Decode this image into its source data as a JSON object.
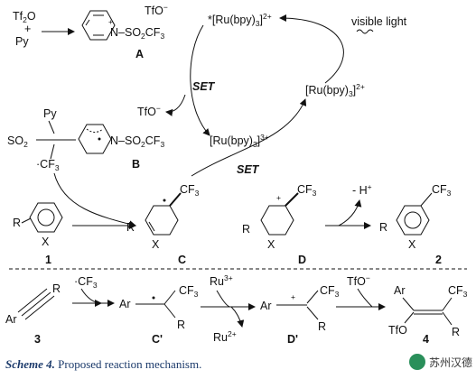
{
  "reagents": {
    "tf2o": "Tf",
    "tf2o_sub": "2",
    "tf2o_o": "O",
    "plus": "+",
    "py": "Py"
  },
  "compound_a": {
    "label": "A",
    "counterion": "TfO",
    "counterion_sup": "−",
    "n_plus": "+",
    "sulfonyl": "N–SO",
    "sulfonyl_sub": "2",
    "cf3": "CF",
    "cf3_sub": "3"
  },
  "compound_b": {
    "label": "B",
    "py": "Py",
    "so2": "SO",
    "so2_sub": "2",
    "cf3_radical": "·CF",
    "cf3_sub": "3",
    "sulfonyl": "N–SO",
    "sulfonyl_sub": "2",
    "cf3": "CF",
    "cf3_sub2": "3"
  },
  "catalyst": {
    "excited": "*[Ru(bpy)",
    "excited_sub": "3",
    "excited_close": "]",
    "excited_sup": "2+",
    "ground": "[Ru(bpy)",
    "ground_sub": "3",
    "ground_close": "]",
    "ground_sup": "2+",
    "oxidized": "[Ru(bpy)",
    "oxidized_sub": "3",
    "oxidized_close": "]",
    "oxidized_sup": "3+",
    "light": "visible light"
  },
  "set_labels": [
    "SET",
    "SET"
  ],
  "tfo_side": {
    "text": "TfO",
    "sup": "−"
  },
  "compounds": {
    "c1_label": "1",
    "c1_r": "R",
    "c1_x": "X",
    "c_label": "C",
    "c_r": "R",
    "c_x": "X",
    "c_cf3": "CF",
    "c_cf3_sub": "3",
    "d_label": "D",
    "d_r": "R",
    "d_x": "X",
    "d_cf3": "CF",
    "d_cf3_sub": "3",
    "minus_h": "- H",
    "minus_h_sup": "+",
    "p2_label": "2",
    "p2_r": "R",
    "p2_x": "X",
    "p2_cf3": "CF",
    "p2_cf3_sub": "3"
  },
  "alkyne_route": {
    "c3_label": "3",
    "c3_ar": "Ar",
    "c3_r": "R",
    "cf3_radical": "·CF",
    "cf3_radical_sub": "3",
    "cp_label": "C'",
    "cp_ar": "Ar",
    "cp_cf3": "CF",
    "cp_cf3_sub": "3",
    "cp_r": "R",
    "ru3": "Ru",
    "ru3_sup": "3+",
    "ru2": "Ru",
    "ru2_sup": "2+",
    "dp_label": "D'",
    "dp_ar": "Ar",
    "dp_cf3": "CF",
    "dp_cf3_sub": "3",
    "dp_r": "R",
    "tfo": "TfO",
    "tfo_sup": "−",
    "p4_label": "4",
    "p4_ar": "Ar",
    "p4_cf3": "CF",
    "p4_cf3_sub": "3",
    "p4_tfo": "TfO",
    "p4_r": "R"
  },
  "caption": {
    "label": "Scheme 4.",
    "text": " Proposed reaction mechanism."
  },
  "watermark": {
    "text": "苏州汉德",
    "logo_icon": "wechat-logo-icon"
  }
}
